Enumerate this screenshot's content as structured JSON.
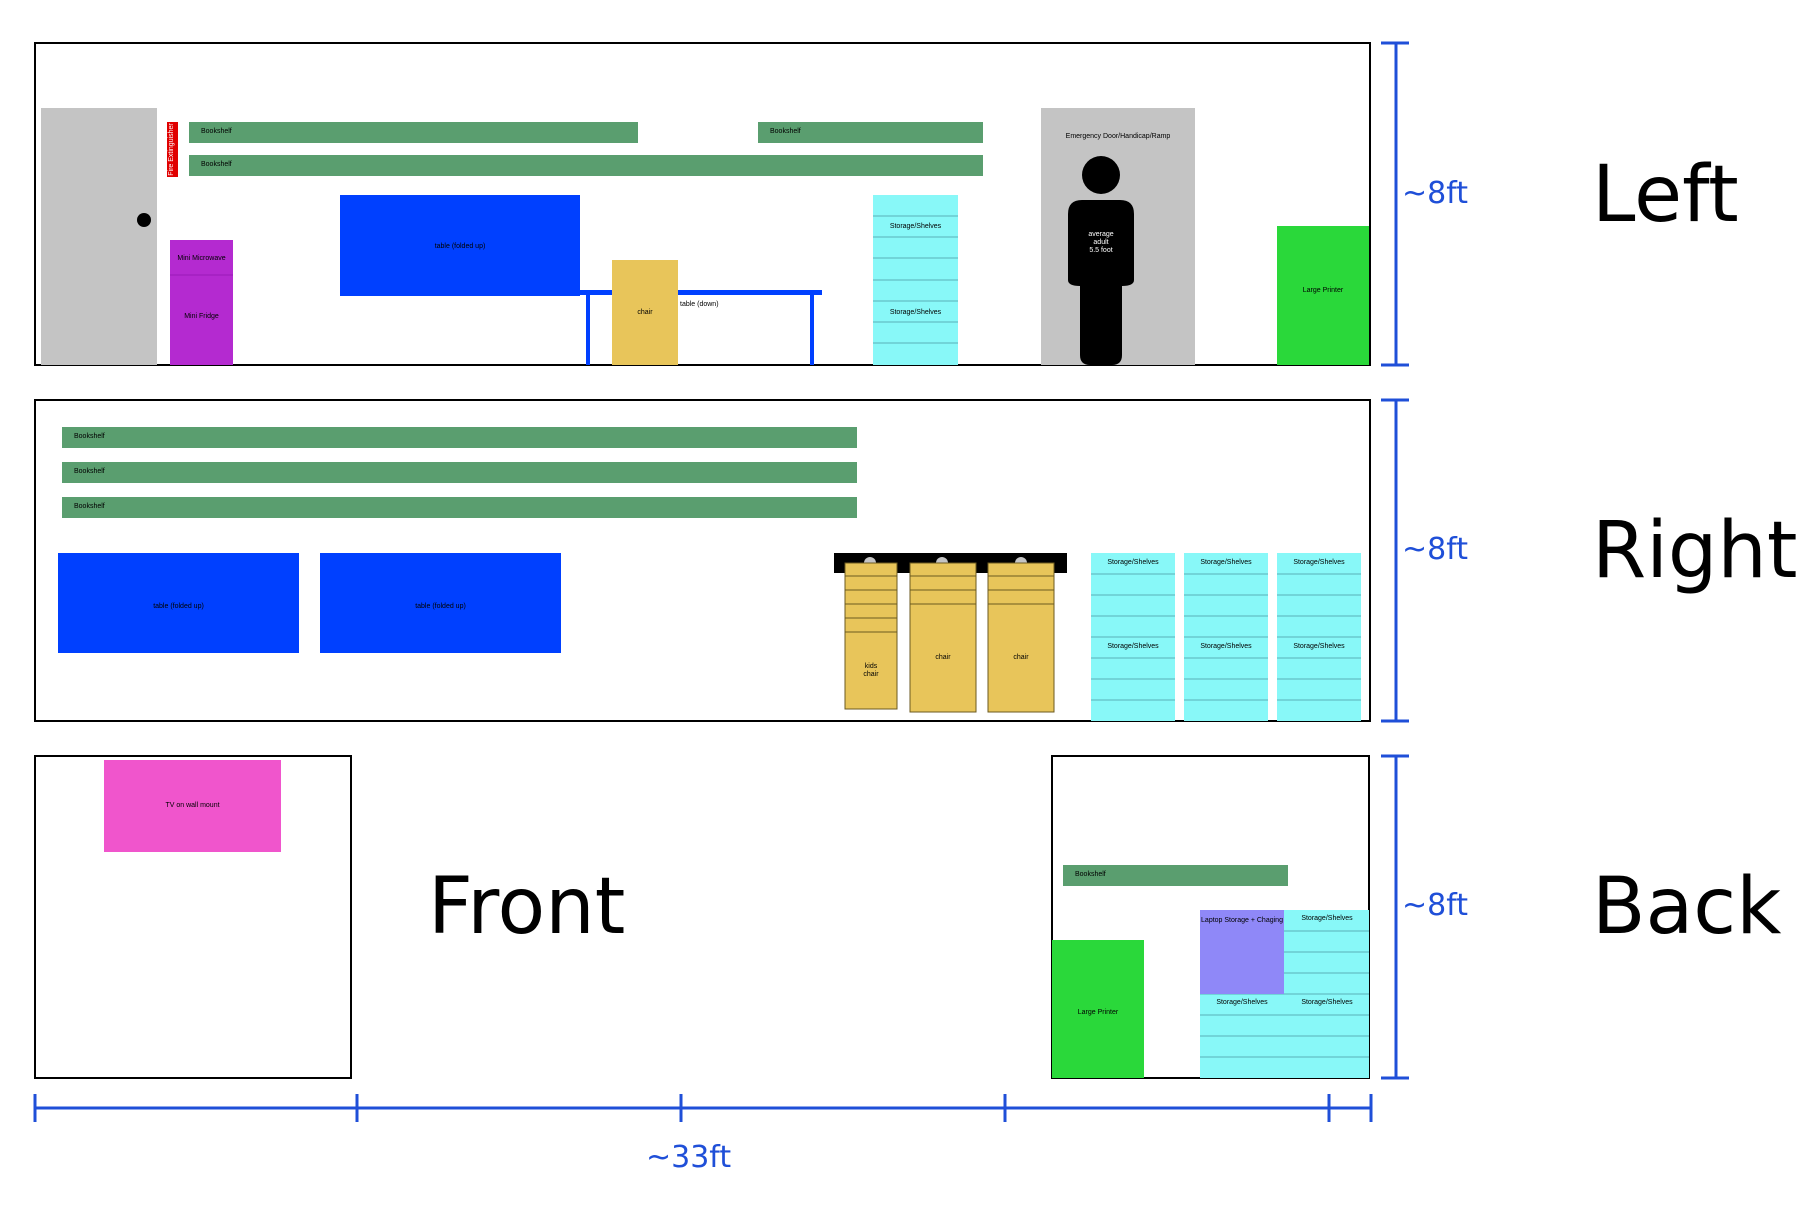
{
  "views": {
    "left": "Left",
    "right": "Right",
    "front": "Front",
    "back": "Back"
  },
  "dimensions": {
    "height": "~8ft",
    "length": "~33ft"
  },
  "left_wall": {
    "bookshelf": "Bookshelf",
    "fire_extinguisher": "Fire Extinguisher",
    "mini_microwave": "Mini Microwave",
    "mini_fridge": "Mini Fridge",
    "table_folded": "table (folded up)",
    "table_down": "table (down)",
    "chair": "chair",
    "storage": "Storage/Shelves",
    "emergency_door": "Emergency Door/Handicap/Ramp",
    "person_line1": "average",
    "person_line2": "adult",
    "person_line3": "5.5 foot",
    "large_printer": "Large Printer"
  },
  "right_wall": {
    "bookshelf": "Bookshelf",
    "table_folded": "table (folded up)",
    "kids_chair_line1": "kids",
    "kids_chair_line2": "chair",
    "chair": "chair",
    "storage": "Storage/Shelves"
  },
  "front_wall": {
    "tv": "TV on wall mount"
  },
  "back_wall": {
    "bookshelf": "Bookshelf",
    "large_printer": "Large Printer",
    "laptop_storage": "Laptop Storage + Chaging",
    "storage": "Storage/Shelves"
  },
  "colors": {
    "bookshelf": "#5a9e6f",
    "table": "#0040ff",
    "chair": "#e8c55a",
    "storage": "#88f8f8",
    "door": "#c4c4c4",
    "microwave": "#b42ad0",
    "printer": "#2ad83a",
    "tv": "#f055cc",
    "laptop": "#8f88f8",
    "fire": "#e00000",
    "dimension": "#1f4fd8"
  }
}
